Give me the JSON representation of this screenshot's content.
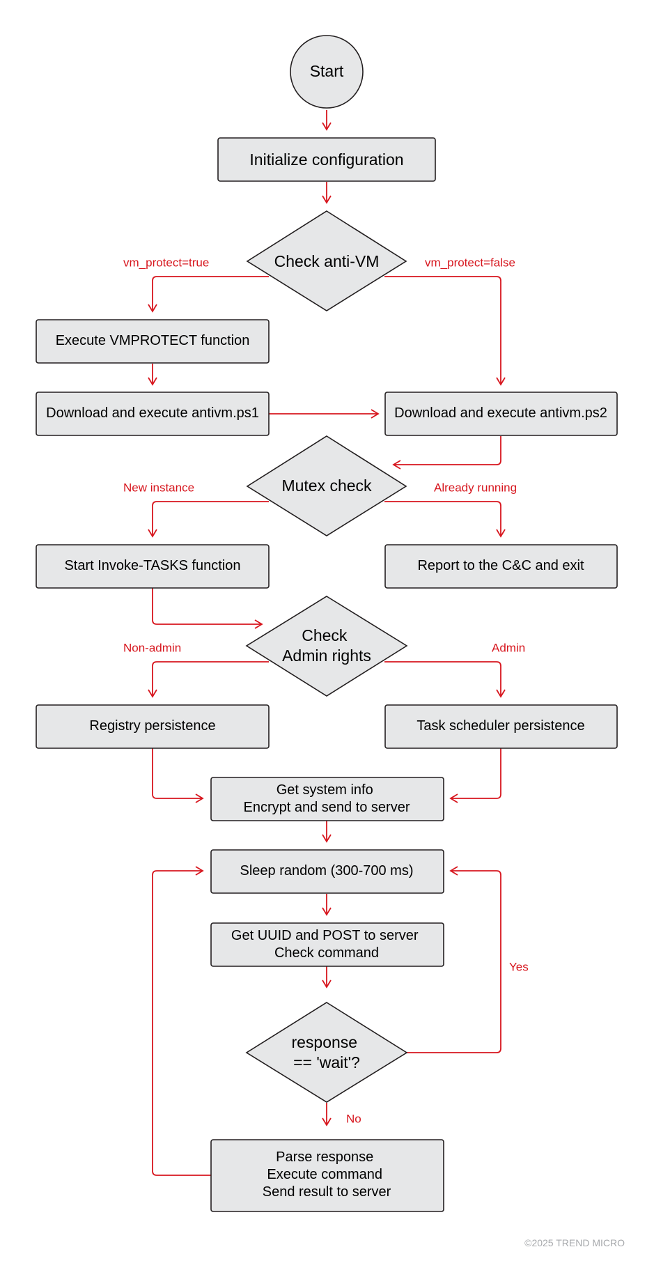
{
  "nodes": {
    "start": {
      "lines": [
        "Start"
      ]
    },
    "init": {
      "lines": [
        "Initialize configuration"
      ]
    },
    "antivm": {
      "lines": [
        "Check anti-VM"
      ]
    },
    "vmprotect": {
      "lines": [
        "Execute VMPROTECT function"
      ]
    },
    "ps1": {
      "lines": [
        "Download and execute antivm.ps1"
      ]
    },
    "ps2": {
      "lines": [
        "Download and execute antivm.ps2"
      ]
    },
    "mutex": {
      "lines": [
        "Mutex check"
      ]
    },
    "invoke": {
      "lines": [
        "Start Invoke-TASKS function"
      ]
    },
    "report": {
      "lines": [
        "Report to the C&C and exit"
      ]
    },
    "admin": {
      "lines": [
        "Check",
        "Admin rights"
      ]
    },
    "registry": {
      "lines": [
        "Registry persistence"
      ]
    },
    "task": {
      "lines": [
        "Task scheduler persistence"
      ]
    },
    "sysinfo": {
      "lines": [
        "Get system info",
        "Encrypt and send to server"
      ]
    },
    "sleep": {
      "lines": [
        "Sleep random (300-700 ms)"
      ]
    },
    "uuid": {
      "lines": [
        "Get UUID and POST to server",
        "Check command"
      ]
    },
    "wait": {
      "lines": [
        "response",
        "== 'wait'?"
      ]
    },
    "parse": {
      "lines": [
        "Parse response",
        "Execute command",
        "Send result to server"
      ]
    }
  },
  "edge_labels": {
    "vm_true": "vm_protect=true",
    "vm_false": "vm_protect=false",
    "new_instance": "New instance",
    "already_running": "Already running",
    "non_admin": "Non-admin",
    "admin": "Admin",
    "yes": "Yes",
    "no": "No"
  },
  "footer": "©2025 TREND MICRO",
  "colors": {
    "node_fill": "#e6e7e8",
    "node_stroke": "#231f20",
    "arrow": "#d7161e",
    "footer_text": "#a7a9ac"
  }
}
